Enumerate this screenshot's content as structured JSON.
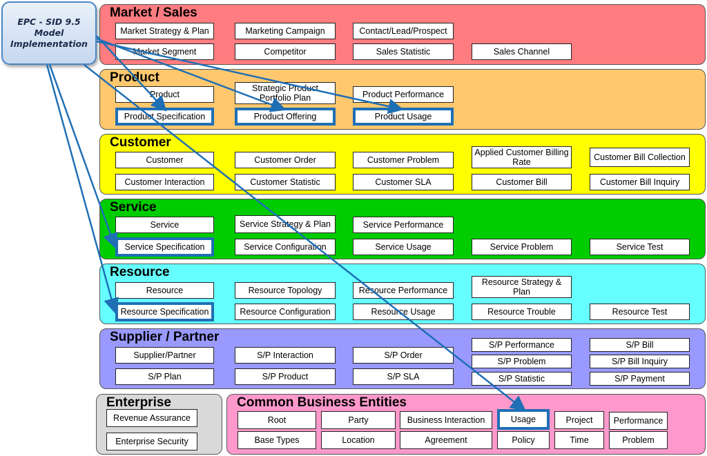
{
  "model_box": {
    "lines": [
      "EPC - SID 9.5",
      "Model",
      "Implementation"
    ]
  },
  "colors": {
    "market": "#ff7c80",
    "product": "#ffc86e",
    "customer": "#ffff00",
    "service": "#00cc00",
    "resource": "#66ffff",
    "supplier": "#9999ff",
    "enterprise": "#d9d9d9",
    "common": "#ff99cc",
    "highlight": "#1f6fb5",
    "arrow": "#1f6fb5"
  },
  "domains": {
    "market": {
      "title": "Market / Sales",
      "items": [
        "Market Strategy & Plan",
        "Marketing Campaign",
        "Contact/Lead/Prospect",
        "Market Segment",
        "Competitor",
        "Sales Statistic",
        "Sales Channel"
      ]
    },
    "product": {
      "title": "Product",
      "items": [
        "Product",
        "Strategic Product Portfolio Plan",
        "Product Performance",
        "Product Specification",
        "Product Offering",
        "Product Usage"
      ]
    },
    "customer": {
      "title": "Customer",
      "items": [
        "Customer",
        "Customer Order",
        "Customer Problem",
        "Applied Customer Billing Rate",
        "Customer Bill Collection",
        "Customer Interaction",
        "Customer Statistic",
        "Customer SLA",
        "Customer Bill",
        "Customer Bill Inquiry"
      ]
    },
    "service": {
      "title": "Service",
      "items": [
        "Service",
        "Service Strategy & Plan",
        "Service Performance",
        "Service Specification",
        "Service Configuration",
        "Service Usage",
        "Service Problem",
        "Service Test"
      ]
    },
    "resource": {
      "title": "Resource",
      "items": [
        "Resource",
        "Resource Topology",
        "Resource Performance",
        "Resource Strategy & Plan",
        "Resource Specification",
        "Resource Configuration",
        "Resource Usage",
        "Resource Trouble",
        "Resource Test"
      ]
    },
    "supplier": {
      "title": "Supplier / Partner",
      "items": [
        "Supplier/Partner",
        "S/P Interaction",
        "S/P Order",
        "S/P Performance",
        "S/P Bill",
        "S/P Problem",
        "S/P Bill Inquiry",
        "S/P Plan",
        "S/P Product",
        "S/P SLA",
        "S/P Statistic",
        "S/P Payment"
      ]
    },
    "enterprise": {
      "title": "Enterprise",
      "items": [
        "Revenue Assurance",
        "Enterprise Security"
      ]
    },
    "common": {
      "title": "Common Business Entities",
      "items": [
        "Root",
        "Party",
        "Business Interaction",
        "Usage",
        "Project",
        "Performance",
        "Base Types",
        "Location",
        "Agreement",
        "Policy",
        "Time",
        "Problem"
      ]
    }
  }
}
